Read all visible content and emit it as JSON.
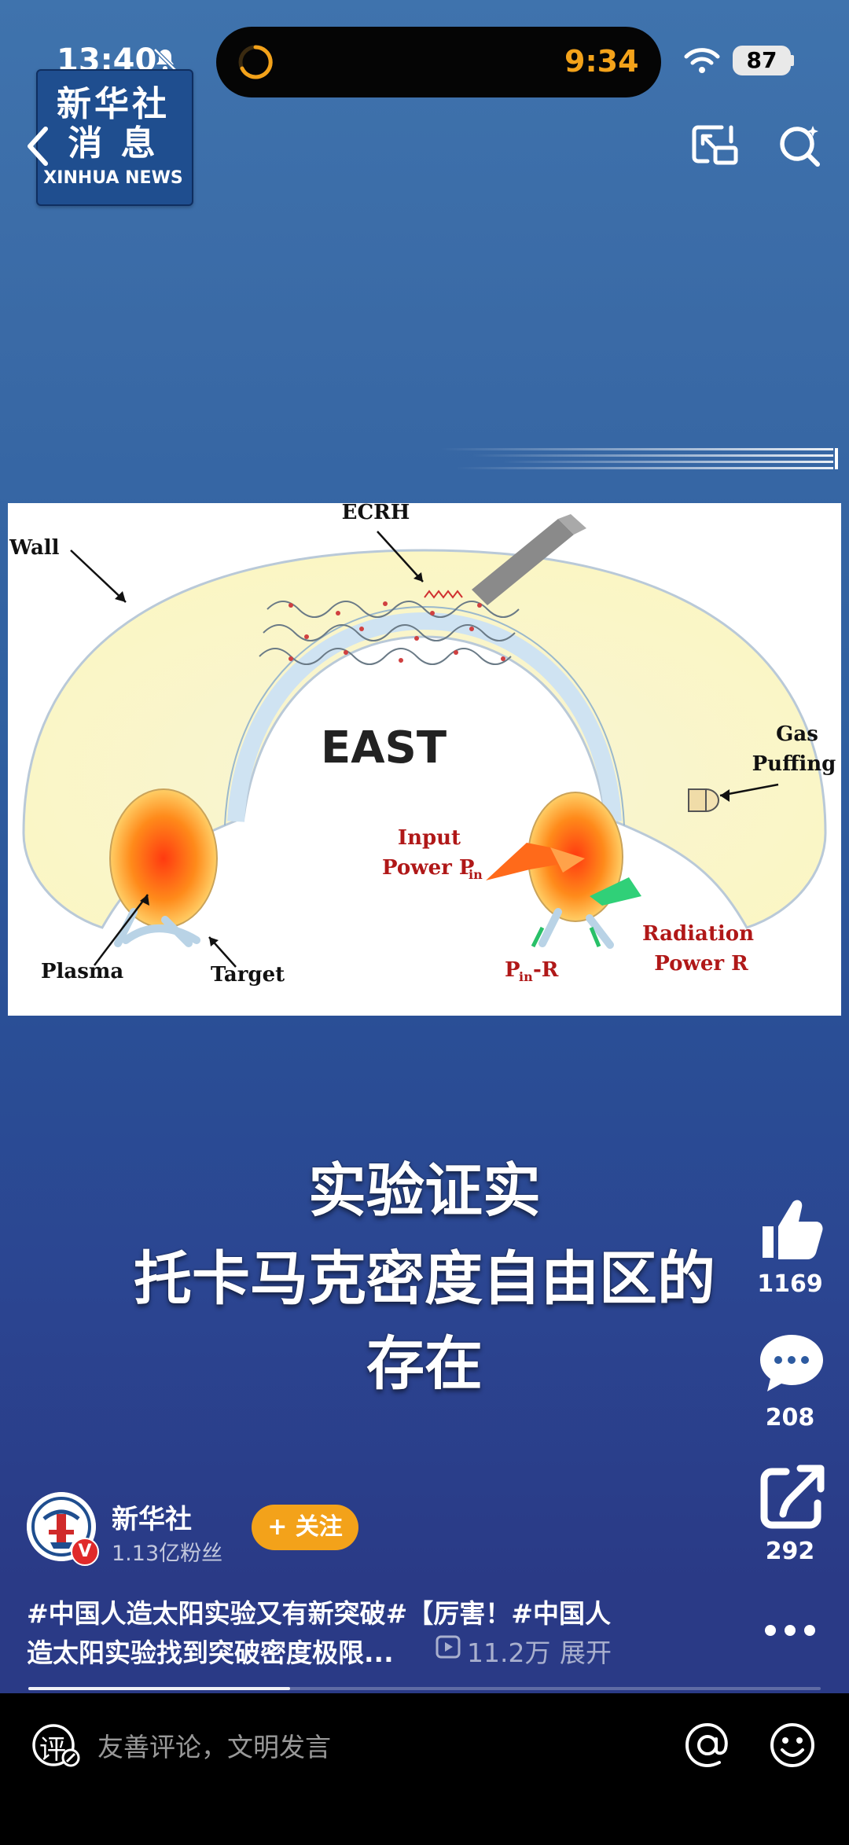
{
  "status_bar": {
    "time": "13:40",
    "island_time": "9:34",
    "battery": "87"
  },
  "channel_logo": {
    "cn_line1": "新华社",
    "cn_line2": "消 息",
    "en": "XINHUA NEWS"
  },
  "diagram": {
    "title": "EAST",
    "labels": {
      "ecrh": "ECRH",
      "wall": "Wall",
      "gas1": "Gas",
      "gas2": "Puffing",
      "input1": "Input",
      "input2": "Power P",
      "input_sub": "in",
      "plasma": "Plasma",
      "target": "Target",
      "pin_r_main": "P",
      "pin_r_sub": "in",
      "pin_r_tail": "-R",
      "rad1": "Radiation",
      "rad2": "Power R"
    }
  },
  "caption": {
    "line1": "实验证实",
    "line2": "托卡马克密度自由区的",
    "line3": "存在"
  },
  "actions": {
    "likes": "1169",
    "comments": "208",
    "shares": "292"
  },
  "author": {
    "name": "新华社",
    "fans": "1.13亿粉丝",
    "verified": "V",
    "follow_label": "+ 关注"
  },
  "description": {
    "line1": "#中国人造太阳实验又有新突破#【厉害！#中国人",
    "line2": "造太阳实验找到突破密度极限...",
    "views": "11.2万",
    "expand": "展开"
  },
  "progress": 0.33,
  "comment_bar": {
    "icon_char": "评",
    "placeholder": "友善评论，文明发言"
  },
  "colors": {
    "accent": "#f3a21a",
    "bg_top": "#3f73ad",
    "bg_bottom": "#2a3a86"
  }
}
